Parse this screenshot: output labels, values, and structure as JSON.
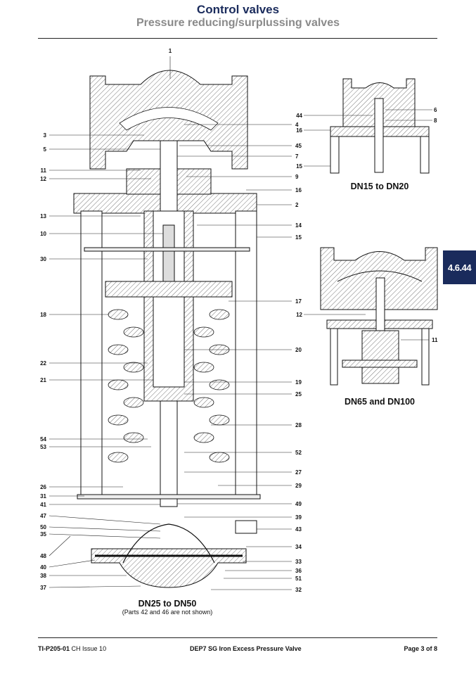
{
  "header": {
    "title": "Control valves",
    "subtitle": "Pressure reducing/surplussing valves"
  },
  "tab_badge": "4.6.44",
  "main_drawing": {
    "caption": "DN25 to DN50",
    "note": "(Parts 42 and 46 are not shown)",
    "left_labels": [
      "3",
      "5",
      "11",
      "12",
      "13",
      "10",
      "30",
      "18",
      "22",
      "21",
      "54",
      "53",
      "26",
      "31",
      "41",
      "47",
      "50",
      "35",
      "48",
      "40",
      "38",
      "37"
    ],
    "right_labels": [
      "4",
      "45",
      "7",
      "9",
      "16",
      "2",
      "14",
      "15",
      "17",
      "20",
      "19",
      "25",
      "28",
      "52",
      "27",
      "29",
      "49",
      "39",
      "43",
      "34",
      "33",
      "36",
      "51",
      "32"
    ],
    "top_label": "1"
  },
  "small_drawing_1": {
    "caption": "DN15 to DN20",
    "left_labels": [
      "44",
      "16"
    ],
    "right_labels": [
      "6",
      "8",
      "15"
    ]
  },
  "small_drawing_2": {
    "caption": "DN65 and DN100",
    "labels": [
      "12",
      "11"
    ]
  },
  "footer": {
    "doc_code": "TI-P205-01",
    "issue": "CH Issue 10",
    "product": "DEP7 SG Iron Excess Pressure Valve",
    "page": "Page 3 of 8"
  }
}
